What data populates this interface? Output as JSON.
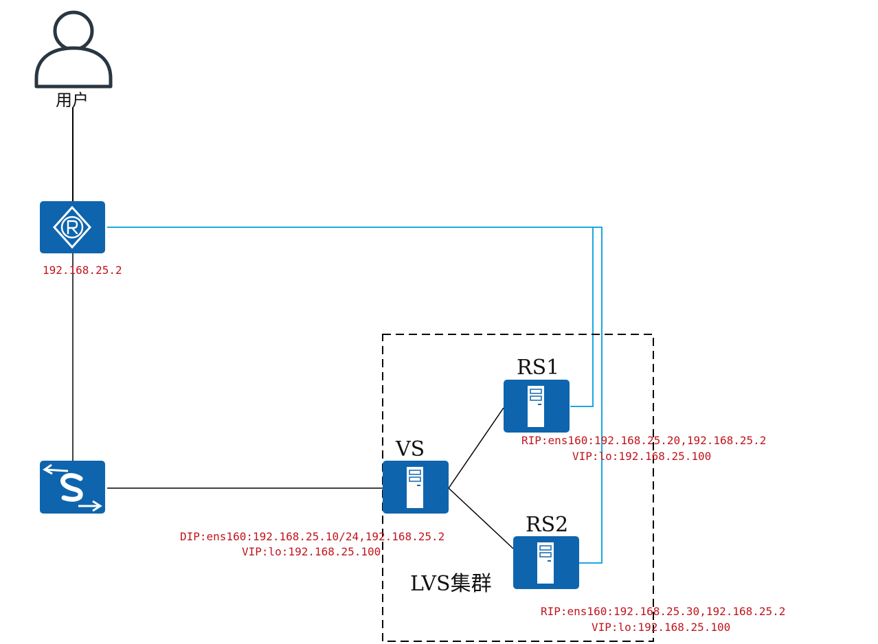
{
  "user": {
    "label": "用户"
  },
  "router": {
    "ip": "192.168.25.2"
  },
  "vs": {
    "label": "VS",
    "dip": "DIP:ens160:192.168.25.10/24,192.168.25.2",
    "vip": "VIP:lo:192.168.25.100"
  },
  "rs1": {
    "label": "RS1",
    "rip": "RIP:ens160:192.168.25.20,192.168.25.2",
    "vip": "VIP:lo:192.168.25.100"
  },
  "rs2": {
    "label": "RS2",
    "rip": "RIP:ens160:192.168.25.30,192.168.25.2",
    "vip": "VIP:lo:192.168.25.100"
  },
  "cluster": {
    "label": "LVS集群"
  },
  "colors": {
    "device_blue": "#0e65ad",
    "link_cyan": "#1ba7e0",
    "label_red": "#c0141c",
    "outline_dark": "#2a3642"
  }
}
